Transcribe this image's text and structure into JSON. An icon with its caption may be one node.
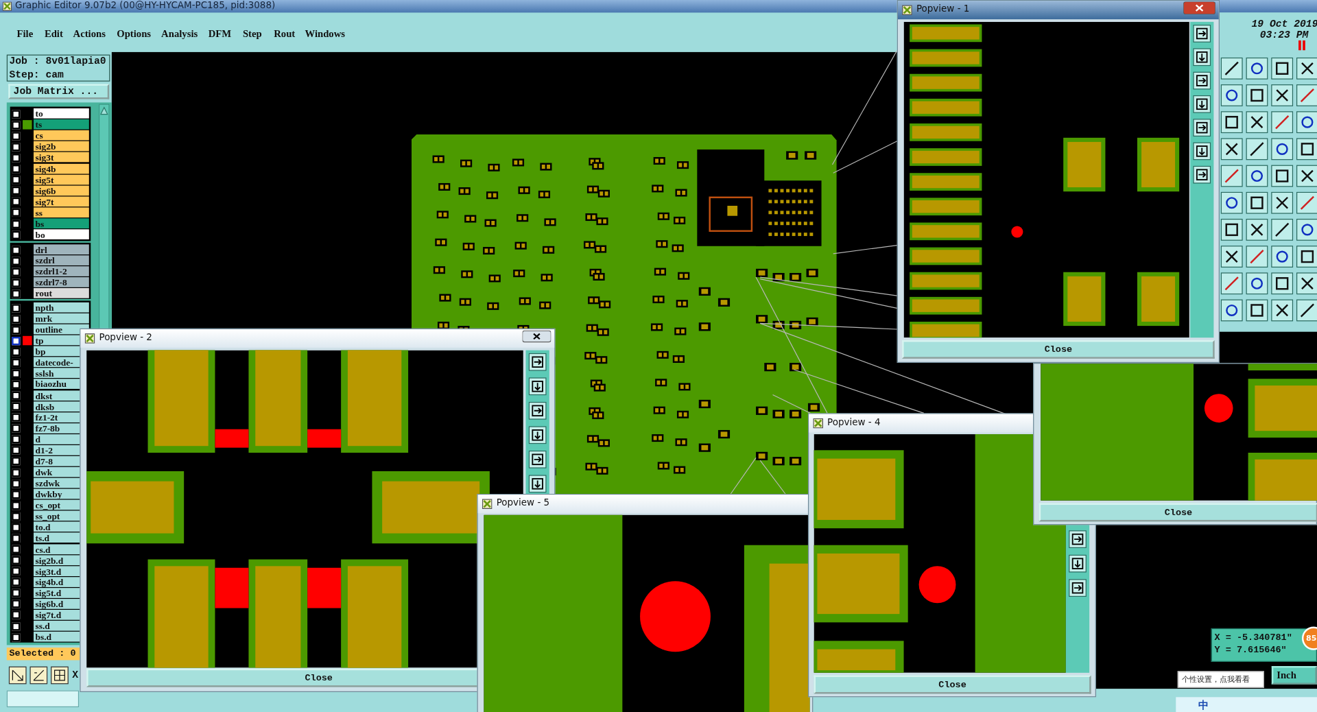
{
  "diagram": {
    "nodes": [
      {
        "text": [
          "Popview - 1",
          "Close"
        ]
      },
      {
        "text": [
          "Popview - 2",
          "Close"
        ]
      },
      {
        "text": [
          "Close"
        ]
      },
      {
        "text": [
          "Popview - 4",
          "Close"
        ]
      },
      {
        "text": [
          "Popview - 5"
        ]
      }
    ],
    "edges": [
      {
        "from": null,
        "to": 0,
        "arrow": "none"
      },
      {
        "from": null,
        "to": 0,
        "arrow": "none"
      },
      {
        "from": null,
        "to": 0,
        "arrow": "none"
      },
      {
        "from": null,
        "to": 0,
        "arrow": "none"
      },
      {
        "from": null,
        "to": 0,
        "arrow": "none"
      },
      {
        "from": null,
        "to": 0,
        "arrow": "none"
      },
      {
        "from": null,
        "to": 2,
        "arrow": "none"
      },
      {
        "from": null,
        "to": 3,
        "arrow": "none"
      },
      {
        "from": null,
        "to": 3,
        "arrow": "none"
      },
      {
        "from": null,
        "to": 3,
        "arrow": "none"
      },
      {
        "from": null,
        "to": 4,
        "arrow": "none"
      },
      {
        "from": null,
        "to": 4,
        "arrow": "none"
      }
    ],
    "labels": [
      "Graphic Editor 9.07b2 (00@HY-HYCAM-PC185, pid:3088)",
      "File",
      "Edit",
      "Actions",
      "Options",
      "Analysis",
      "DFM",
      "Step",
      "Rout",
      "Windows",
      "Job : 8v01lapia0",
      "Step: cam",
      "Job Matrix ...",
      "to",
      "ts",
      "cs",
      "sig2b",
      "sig3t",
      "sig4b",
      "sig5t",
      "sig6b",
      "sig7t",
      "ss",
      "bs",
      "bo",
      "drl",
      "szdrl",
      "szdrl1-2",
      "szdrl7-8",
      "rout",
      "npth",
      "mrk",
      "outline",
      "tp",
      "bp",
      "datecode-",
      "sslsh",
      "biaozhu",
      "dkst",
      "dksb",
      "fz1-2t",
      "fz7-8b",
      "d",
      "d1-2",
      "d7-8",
      "dwk",
      "szdwk",
      "dwkby",
      "cs_opt",
      "ss_opt",
      "to.d",
      "ts.d",
      "cs.d",
      "sig2b.d",
      "sig3t.d",
      "sig4b.d",
      "sig5t.d",
      "sig6b.d",
      "sig7t.d",
      "ss.d",
      "bs.d",
      "Selected : 0",
      "X",
      "19 Oct 2019",
      "03:23 PM",
      "X = -5.340781\"",
      "Y = 7.615646\"",
      "Inch",
      "个性设置，点我看看",
      "中",
      "85"
    ]
  }
}
